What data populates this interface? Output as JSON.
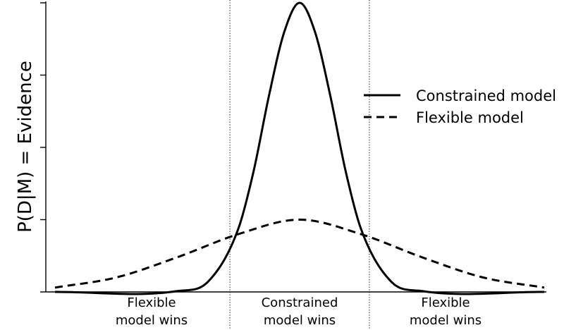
{
  "chart_data": {
    "type": "line",
    "title": "",
    "xlabel": "",
    "ylabel": "P(D|M) = Evidence",
    "x_tick_labels": [],
    "y_tick_labels": [],
    "xlim": [
      -4,
      4
    ],
    "ylim": [
      0,
      1
    ],
    "grid": false,
    "legend_placement": "right",
    "series": [
      {
        "name": "Constrained model",
        "line_style": "solid",
        "x": [
          -4,
          -2,
          -1.5,
          -1,
          -0.75,
          -0.5,
          -0.25,
          0,
          0.25,
          0.5,
          0.75,
          1,
          1.5,
          2,
          4
        ],
        "y": [
          0,
          0.003,
          0.035,
          0.22,
          0.42,
          0.68,
          0.9,
          1.0,
          0.9,
          0.68,
          0.42,
          0.22,
          0.035,
          0.003,
          0
        ]
      },
      {
        "name": "Flexible model",
        "line_style": "dashed",
        "x": [
          -4,
          -3,
          -2,
          -1,
          0,
          1,
          2,
          3,
          4
        ],
        "y": [
          0.015,
          0.05,
          0.12,
          0.2,
          0.25,
          0.2,
          0.12,
          0.05,
          0.015
        ]
      }
    ],
    "regions": [
      {
        "label_line1": "Flexible",
        "label_line2": "model wins"
      },
      {
        "label_line1": "Constrained",
        "label_line2": "model wins"
      },
      {
        "label_line1": "Flexible",
        "label_line2": "model wins"
      }
    ],
    "region_boundaries_x": [
      -1.14,
      1.14
    ]
  }
}
